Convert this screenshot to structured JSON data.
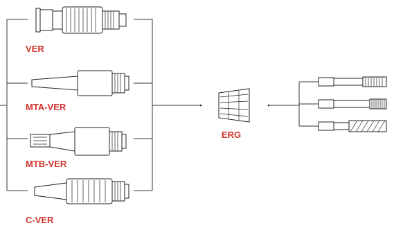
{
  "labels": {
    "ver": "VER",
    "mta_ver": "MTA-VER",
    "mtb_ver": "MTB-VER",
    "c_ver": "C-VER",
    "erg": "ERG"
  },
  "colors": {
    "label": "#d0342c",
    "line": "#333333"
  }
}
